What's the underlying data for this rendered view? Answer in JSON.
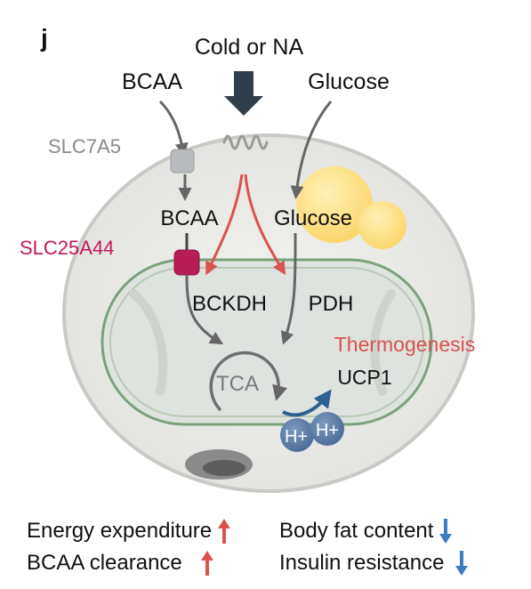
{
  "panel_label": "j",
  "stimulus": "Cold or NA",
  "extracellular": {
    "left": "BCAA",
    "right": "Glucose"
  },
  "transporters": {
    "plasma": "SLC7A5",
    "mitochondrial": "SLC25A44"
  },
  "cytosol": {
    "left": "BCAA",
    "right": "Glucose"
  },
  "enzymes": {
    "left": "BCKDH",
    "right": "PDH"
  },
  "cycle": "TCA",
  "thermogenesis": "Thermogenesis",
  "ucp1": "UCP1",
  "protons": [
    "H+",
    "H+"
  ],
  "outcomes": [
    {
      "label": "Energy expenditure",
      "direction": "up"
    },
    {
      "label": "Body fat content",
      "direction": "down"
    },
    {
      "label": "BCAA clearance",
      "direction": "up"
    },
    {
      "label": "Insulin resistance",
      "direction": "down"
    }
  ],
  "colors": {
    "red": "#d9534f",
    "magenta": "#c2185b",
    "grey_text": "#8a8a8a",
    "dark_arrow": "#2f3e4a",
    "blue": "#3d7dbf",
    "lipid": "#fde28a",
    "proton": "#5b7fa6"
  }
}
